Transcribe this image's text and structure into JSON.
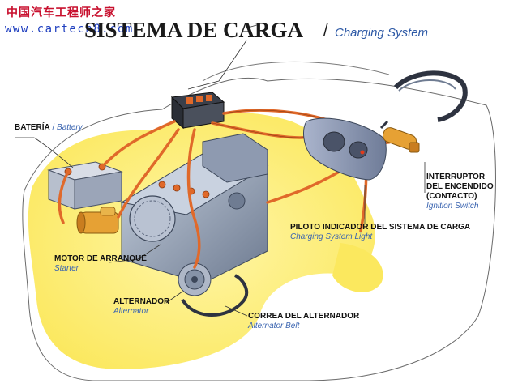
{
  "watermark": {
    "chinese": "中国汽车工程师之家",
    "url": "www.cartech8.com"
  },
  "title": {
    "spanish": "SISTEMA DE CARGA",
    "slash": "/",
    "english": "Charging System"
  },
  "labels": {
    "battery": {
      "es": "BATERÍA",
      "sep": "/",
      "en": "Battery"
    },
    "starter": {
      "es": "MOTOR DE ARRANQUE",
      "en": "Starter"
    },
    "alternator": {
      "es": "ALTERNADOR",
      "en": "Alternator"
    },
    "alternator_belt": {
      "es": "CORREA DEL ALTERNADOR",
      "en": "Alternator Belt"
    },
    "warning_light": {
      "es": "PILOTO INDICADOR DEL SISTEMA DE CARGA",
      "en": "Charging System Light"
    },
    "ignition_switch": {
      "es_line1": "INTERRUPTOR",
      "es_line2": "DEL ENCENDIDO",
      "es_line3": "(CONTACTO)",
      "en": "Ignition Switch"
    }
  },
  "colors": {
    "engine_bay_yellow": "#fbee7a",
    "wiring": "#e0692a",
    "metal": "#8c99ad",
    "label_english": "#3a64b0"
  }
}
